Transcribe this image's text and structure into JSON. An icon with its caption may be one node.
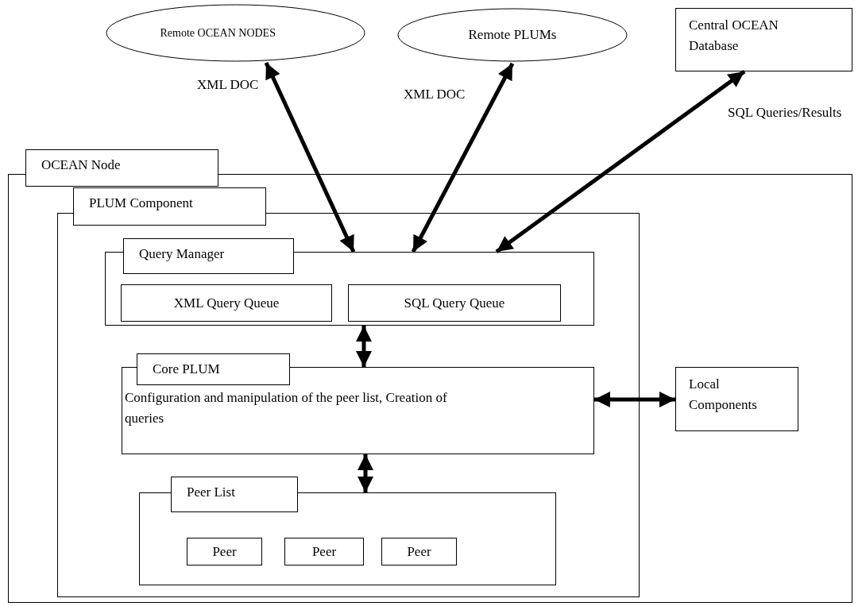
{
  "diagram": {
    "nodes": [
      {
        "text": [
          "Remote OCEAN NODES"
        ]
      },
      {
        "text": [
          "Remote PLUMs"
        ]
      },
      {
        "text": [
          "Central OCEAN Database"
        ]
      },
      {
        "text": [
          "OCEAN Node"
        ]
      },
      {
        "text": [
          "PLUM Component"
        ],
        "in": 3
      },
      {
        "text": [
          "Query Manager"
        ],
        "in": 4
      },
      {
        "text": [
          "XML Query Queue"
        ],
        "in": 5
      },
      {
        "text": [
          "SQL Query Queue"
        ],
        "in": 5
      },
      {
        "text": [
          "Core PLUM",
          "Configuration and manipulation of the peer list, Creation of queries"
        ],
        "in": 4
      },
      {
        "text": [
          "Peer List"
        ],
        "in": 4
      },
      {
        "text": [
          "Peer"
        ],
        "in": 9
      },
      {
        "text": [
          "Peer"
        ],
        "in": 9
      },
      {
        "text": [
          "Peer"
        ],
        "in": 9
      },
      {
        "text": [
          "Local Components"
        ],
        "in": 3
      }
    ],
    "edges": [
      {
        "from": 0,
        "to": 5,
        "arrow": "both",
        "label": "XML DOC"
      },
      {
        "from": 1,
        "to": 5,
        "arrow": "both",
        "label": "XML DOC"
      },
      {
        "from": 2,
        "to": 5,
        "arrow": "both",
        "label": "SQL Queries/Results"
      },
      {
        "from": 5,
        "to": 8,
        "arrow": "both"
      },
      {
        "from": 8,
        "to": 9,
        "arrow": "both"
      },
      {
        "from": 8,
        "to": 13,
        "arrow": "both"
      }
    ]
  }
}
